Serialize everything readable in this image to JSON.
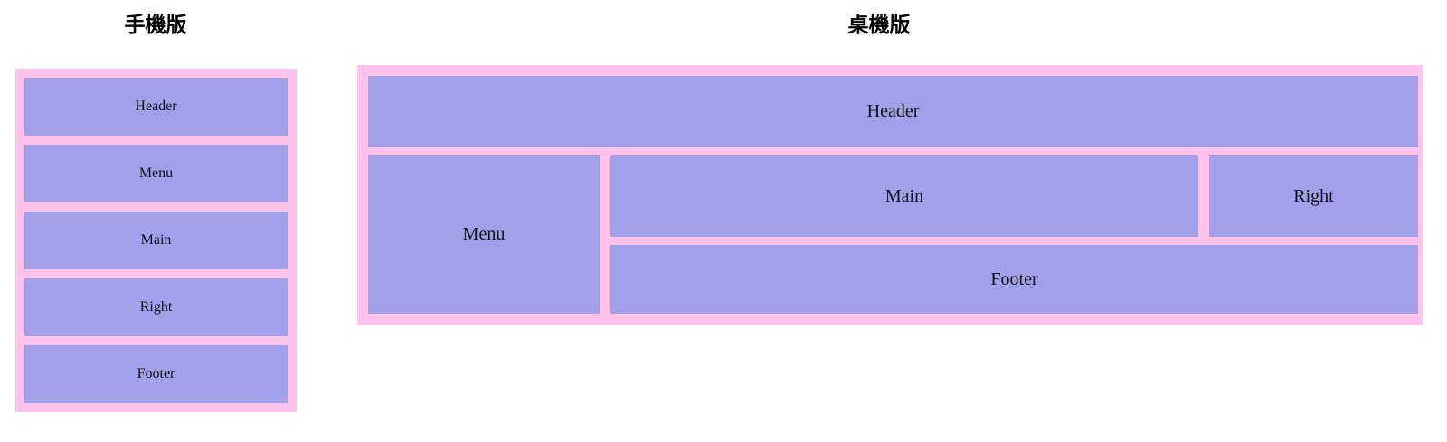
{
  "page": {
    "background": "#ffffff",
    "colors": {
      "panel_border": "#ffc2ea",
      "panel_fill": "#a0a0eb",
      "text": "#121212",
      "title_text": "#000000"
    }
  },
  "mobile": {
    "title": "手機版",
    "blocks": [
      {
        "label": "Header"
      },
      {
        "label": "Menu"
      },
      {
        "label": "Main"
      },
      {
        "label": "Right"
      },
      {
        "label": "Footer"
      }
    ]
  },
  "desktop": {
    "title": "桌機版",
    "blocks": [
      {
        "label": "Header"
      },
      {
        "label": "Menu"
      },
      {
        "label": "Main"
      },
      {
        "label": "Right"
      },
      {
        "label": "Footer"
      }
    ]
  }
}
